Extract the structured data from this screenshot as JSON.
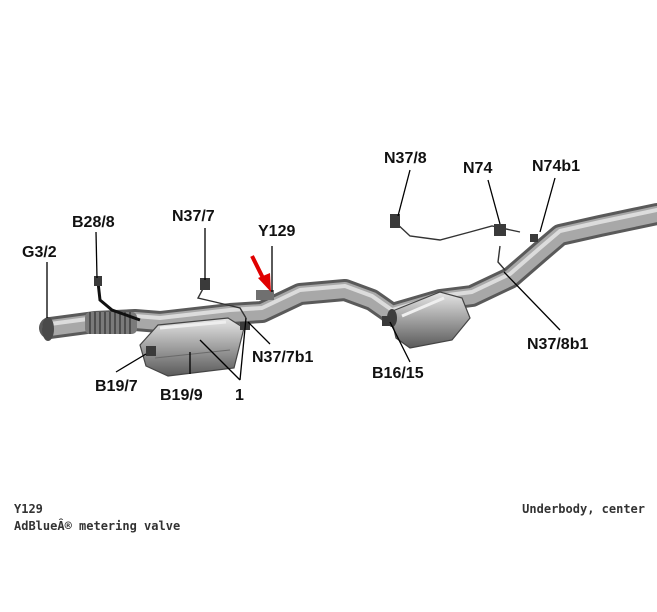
{
  "diagram": {
    "labels": {
      "g3_2": "G3/2",
      "b28_8": "B28/8",
      "n37_7": "N37/7",
      "y129": "Y129",
      "n37_8": "N37/8",
      "n74": "N74",
      "n74b1": "N74b1",
      "n37_7b1": "N37/7b1",
      "b16_15": "B16/15",
      "n37_8b1": "N37/8b1",
      "b19_7": "B19/7",
      "b19_9": "B19/9",
      "one": "1"
    },
    "colors": {
      "pipe": "#9a9a9a",
      "pipe_dark": "#6e6e6e",
      "arrow": "#e00000",
      "lines": "#000000"
    }
  },
  "footer": {
    "component_code": "Y129",
    "component_name": "AdBlueÂ® metering valve",
    "location": "Underbody, center"
  }
}
